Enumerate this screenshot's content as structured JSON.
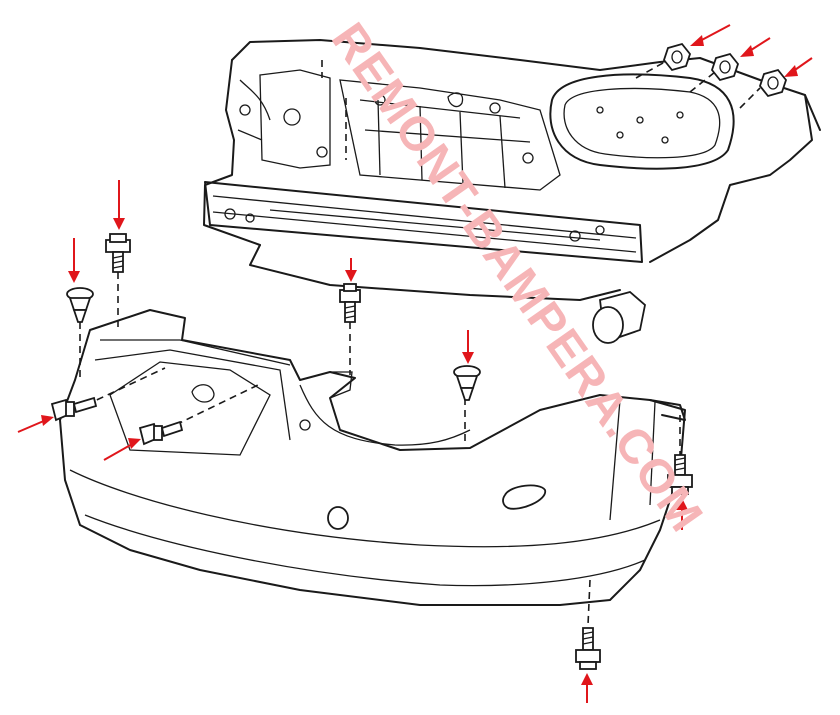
{
  "watermark": {
    "text": "REMONT-BAMPERA.COM",
    "color": "#f6b5b7"
  },
  "colors": {
    "line": "#1a1a1a",
    "arrow": "#e0161b",
    "background": "#ffffff"
  },
  "fasteners": [
    {
      "id": "nut-1",
      "kind": "nut"
    },
    {
      "id": "nut-2",
      "kind": "nut"
    },
    {
      "id": "nut-3",
      "kind": "nut"
    },
    {
      "id": "bolt-top-left",
      "kind": "bolt"
    },
    {
      "id": "clip-left",
      "kind": "clip"
    },
    {
      "id": "bolt-center",
      "kind": "bolt"
    },
    {
      "id": "clip-center",
      "kind": "clip"
    },
    {
      "id": "bolt-side-1",
      "kind": "bolt"
    },
    {
      "id": "bolt-side-2",
      "kind": "bolt"
    },
    {
      "id": "bolt-right",
      "kind": "bolt"
    },
    {
      "id": "bolt-bottom",
      "kind": "bolt"
    }
  ]
}
